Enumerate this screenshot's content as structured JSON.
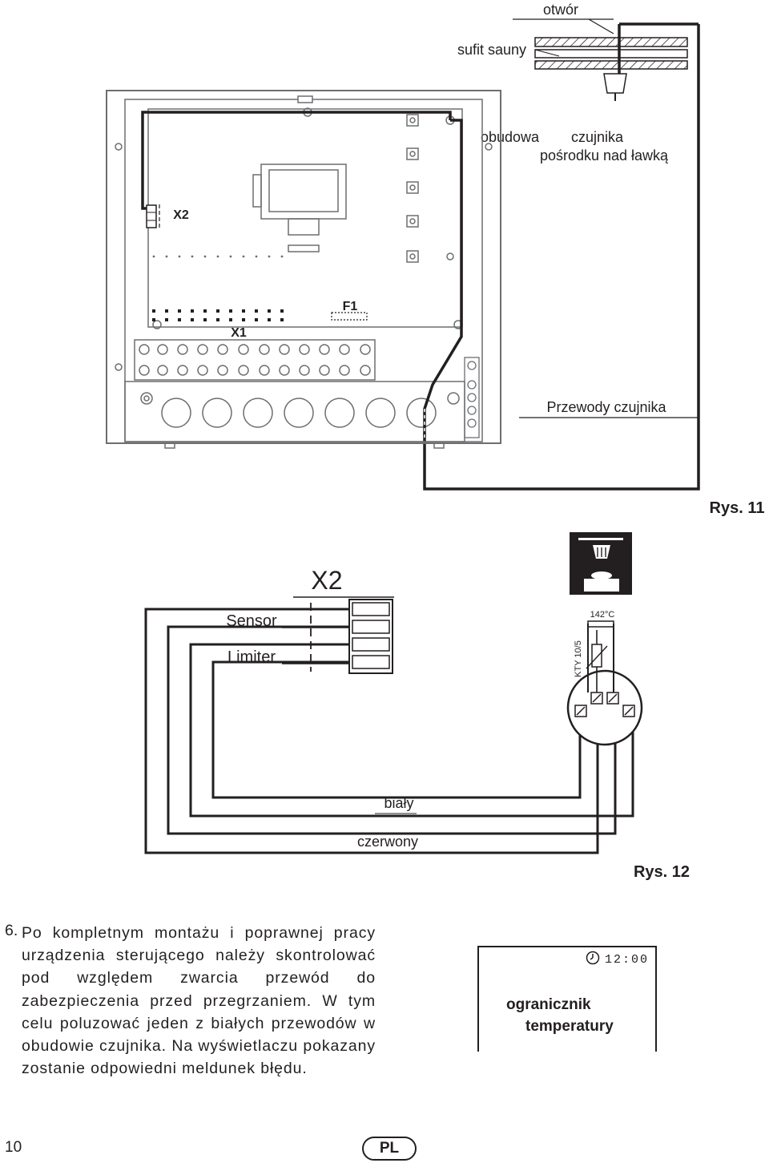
{
  "figure11": {
    "hole_label": "otwór",
    "ceiling_label": "sufit sauny",
    "housing_line1": "obudowa        czujnika",
    "housing_line2": "pośrodku nad ławką",
    "cables_label": "Przewody czujnika",
    "connector_x2": "X2",
    "connector_x1": "X1",
    "fuse_f1": "F1",
    "caption": "Rys. 11"
  },
  "figure12": {
    "connector_title": "X2",
    "sensor_label": "Sensor",
    "limiter_label": "Limiter",
    "temp_label": "142°C",
    "kty_label": "KTY 10/5",
    "white_label": "biały",
    "red_label": "czerwony",
    "caption": "Rys. 12"
  },
  "paragraph": {
    "number": "6.",
    "text": "Po kompletnym montażu i poprawnej pracy urządzenia sterującego należy skontrolować pod względem zwarcia przewód do zabezpieczenia przed przegrzaniem. W tym celu poluzować jeden z białych przewodów w obudowie czujnika. Na wyświetlaczu pokazany zostanie odpowiedni meldunek błędu."
  },
  "display": {
    "time": "12:00",
    "line1": "ogranicznik",
    "line2": "temperatury",
    "icon": "clock-icon"
  },
  "footer": {
    "page_number": "10",
    "language": "PL"
  },
  "colors": {
    "ink": "#231f20",
    "outline_grey": "#6d6e71"
  }
}
